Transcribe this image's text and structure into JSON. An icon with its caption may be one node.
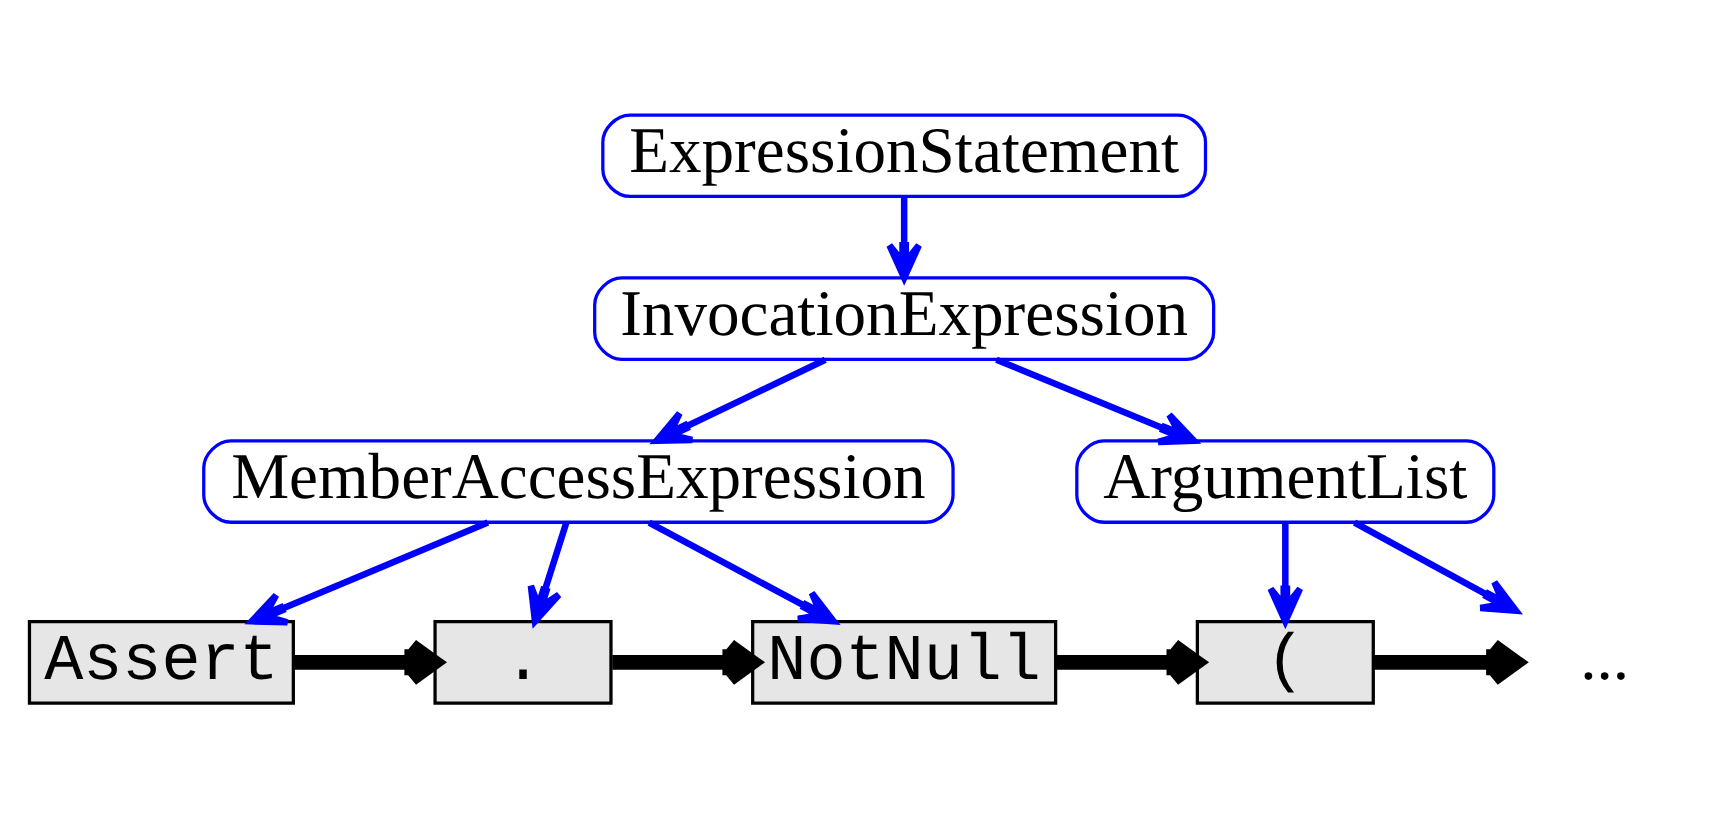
{
  "diagram": {
    "nodes": [
      {
        "text": [
          "ExpressionStatement"
        ]
      },
      {
        "text": [
          "InvocationExpression"
        ]
      },
      {
        "text": [
          "MemberAccessExpression"
        ]
      },
      {
        "text": [
          "ArgumentList"
        ]
      },
      {
        "text": [
          "Assert"
        ]
      },
      {
        "text": [
          "."
        ]
      },
      {
        "text": [
          "NotNull"
        ]
      },
      {
        "text": [
          "("
        ]
      },
      {
        "text": [
          "..."
        ]
      }
    ],
    "edges": [
      {
        "from": 0,
        "to": 1,
        "arrow": "to"
      },
      {
        "from": 1,
        "to": 2,
        "arrow": "to"
      },
      {
        "from": 1,
        "to": 3,
        "arrow": "to"
      },
      {
        "from": 2,
        "to": 4,
        "arrow": "to"
      },
      {
        "from": 2,
        "to": 5,
        "arrow": "to"
      },
      {
        "from": 2,
        "to": 6,
        "arrow": "to"
      },
      {
        "from": 3,
        "to": 7,
        "arrow": "to"
      },
      {
        "from": 3,
        "to": 8,
        "arrow": "to"
      },
      {
        "from": 4,
        "to": 5,
        "arrow": "to",
        "style": "thick",
        "color": "#000000"
      },
      {
        "from": 5,
        "to": 6,
        "arrow": "to",
        "style": "thick",
        "color": "#000000"
      },
      {
        "from": 6,
        "to": 7,
        "arrow": "to",
        "style": "thick",
        "color": "#000000"
      },
      {
        "from": 7,
        "to": 8,
        "arrow": "to",
        "style": "thick",
        "color": "#000000"
      }
    ]
  }
}
